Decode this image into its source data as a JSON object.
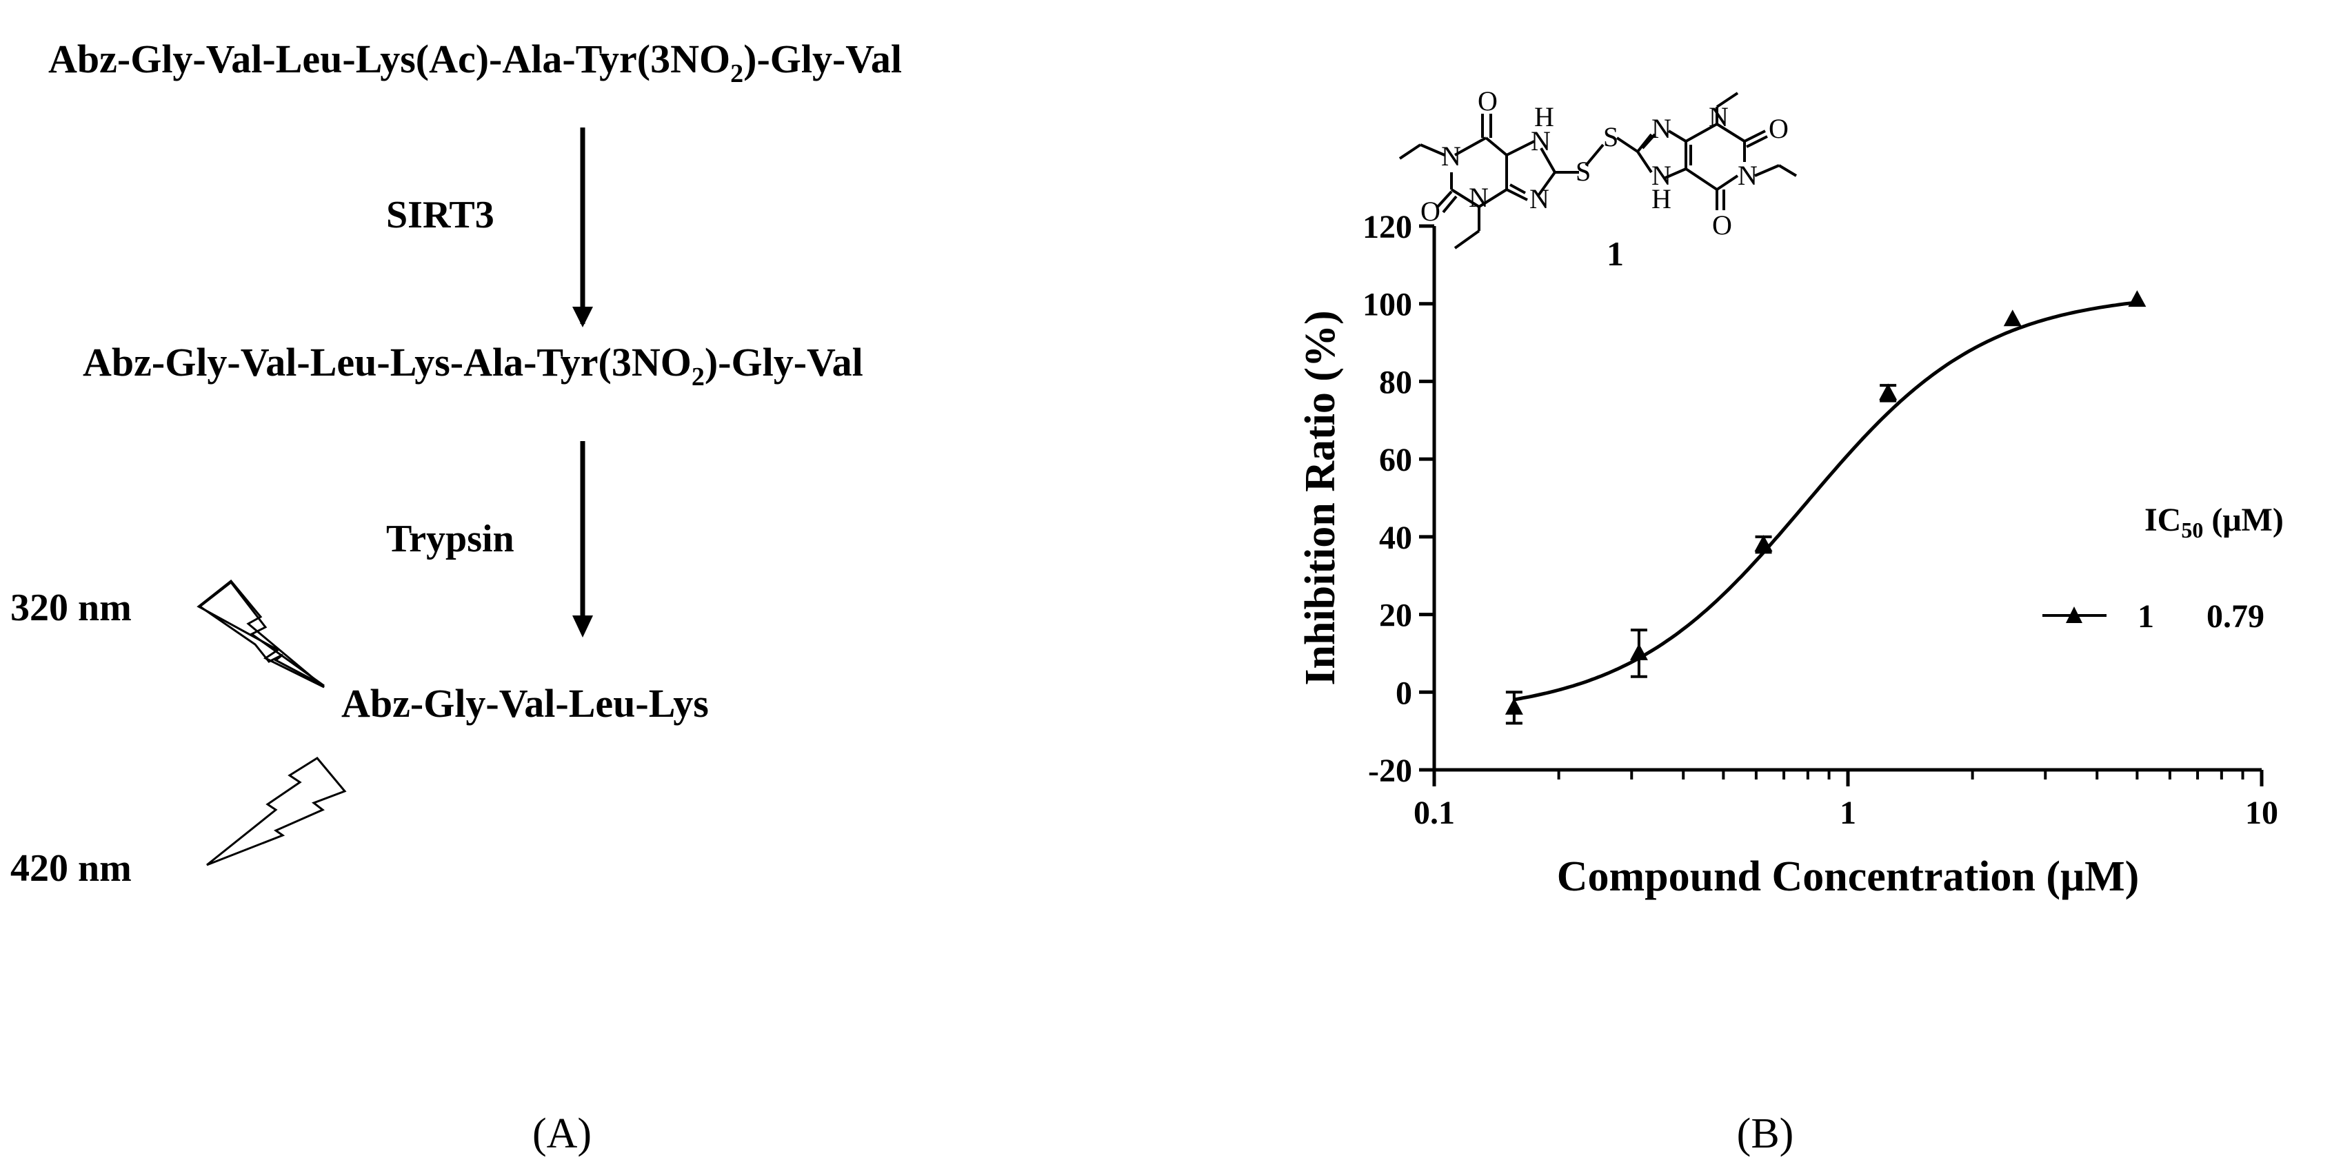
{
  "panel_a": {
    "substrate": "Abz-Gly-Val-Leu-Lys(Ac)-Ala-Tyr(3NO",
    "substrate_sub": "2",
    "substrate_tail": ")-Gly-Val",
    "step1_enzyme": "SIRT3",
    "intermediate": "Abz-Gly-Val-Leu-Lys-Ala-Tyr(3NO",
    "intermediate_sub": "2",
    "intermediate_tail": ")-Gly-Val",
    "step2_enzyme": "Trypsin",
    "product": "Abz-Gly-Val-Leu-Lys",
    "excitation": "320 nm",
    "emission": "420 nm",
    "label": "(A)"
  },
  "panel_b": {
    "label": "(B)",
    "compound_number": "1",
    "structure_atoms": {
      "O": "O",
      "N": "N",
      "H": "H",
      "S": "S"
    },
    "legend": {
      "header": "IC",
      "header_sub": "50",
      "header_unit": " (μM)",
      "series_name": "1",
      "ic50_value": "0.79"
    }
  },
  "chart_data": {
    "type": "scatter",
    "x_scale": "log",
    "xlabel": "Compound Concentration (μM)",
    "ylabel": "Inhibition Ratio (%)",
    "xlim": [
      0.1,
      10
    ],
    "ylim": [
      -20,
      120
    ],
    "x_ticks": [
      0.1,
      1,
      10
    ],
    "x_tick_labels": [
      "0.1",
      "1",
      "10"
    ],
    "y_ticks": [
      -20,
      0,
      20,
      40,
      60,
      80,
      100,
      120
    ],
    "y_tick_labels": [
      "-20",
      "0",
      "20",
      "40",
      "60",
      "80",
      "100",
      "120"
    ],
    "grid": false,
    "legend_position": "right",
    "series": [
      {
        "name": "1",
        "marker": "triangle",
        "color": "#000000",
        "x": [
          0.156,
          0.3125,
          0.625,
          1.25,
          2.5,
          5.0
        ],
        "y": [
          -4,
          10,
          38,
          77,
          96,
          101
        ],
        "error": [
          4,
          6,
          2,
          2,
          1,
          1
        ],
        "fit": {
          "model": "four-parameter logistic",
          "bottom": -6,
          "top": 103,
          "ic50": 0.79,
          "hill": 2.0
        }
      }
    ]
  }
}
